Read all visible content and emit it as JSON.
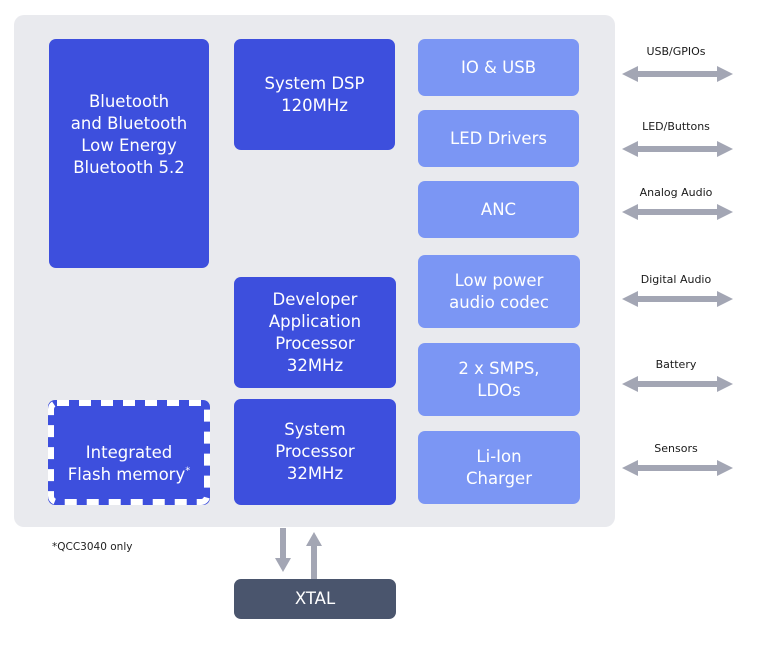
{
  "diagram": {
    "blocks": {
      "bluetooth": {
        "text": "Bluetooth\nand Bluetooth\nLow Energy\nBluetooth 5.2"
      },
      "system_dsp": {
        "text": "System DSP\n120MHz"
      },
      "dev_app_processor": {
        "text": "Developer\nApplication\nProcessor\n32MHz"
      },
      "system_processor": {
        "text": "System\nProcessor\n32MHz"
      },
      "flash_memory": {
        "text": "Integrated\nFlash memory",
        "marker": "*"
      },
      "io_usb": {
        "text": "IO & USB"
      },
      "led_drivers": {
        "text": "LED Drivers"
      },
      "anc": {
        "text": "ANC"
      },
      "audio_codec": {
        "text": "Low power\naudio codec"
      },
      "smps_ldos": {
        "text": "2 x SMPS,\nLDOs"
      },
      "charger": {
        "text": "Li-Ion\nCharger"
      },
      "xtal": {
        "text": "XTAL"
      }
    },
    "interfaces": [
      {
        "label": "USB/GPIOs"
      },
      {
        "label": "LED/Buttons"
      },
      {
        "label": "Analog Audio"
      },
      {
        "label": "Digital Audio"
      },
      {
        "label": "Battery"
      },
      {
        "label": "Sensors"
      }
    ],
    "footnote": "*QCC3040 only",
    "colors": {
      "chip_background": "#e9eaee",
      "core_block": "#3d4fdd",
      "peripheral_block": "#7b96f4",
      "xtal_block": "#4a556d",
      "arrow": "#a3a6b4"
    }
  }
}
